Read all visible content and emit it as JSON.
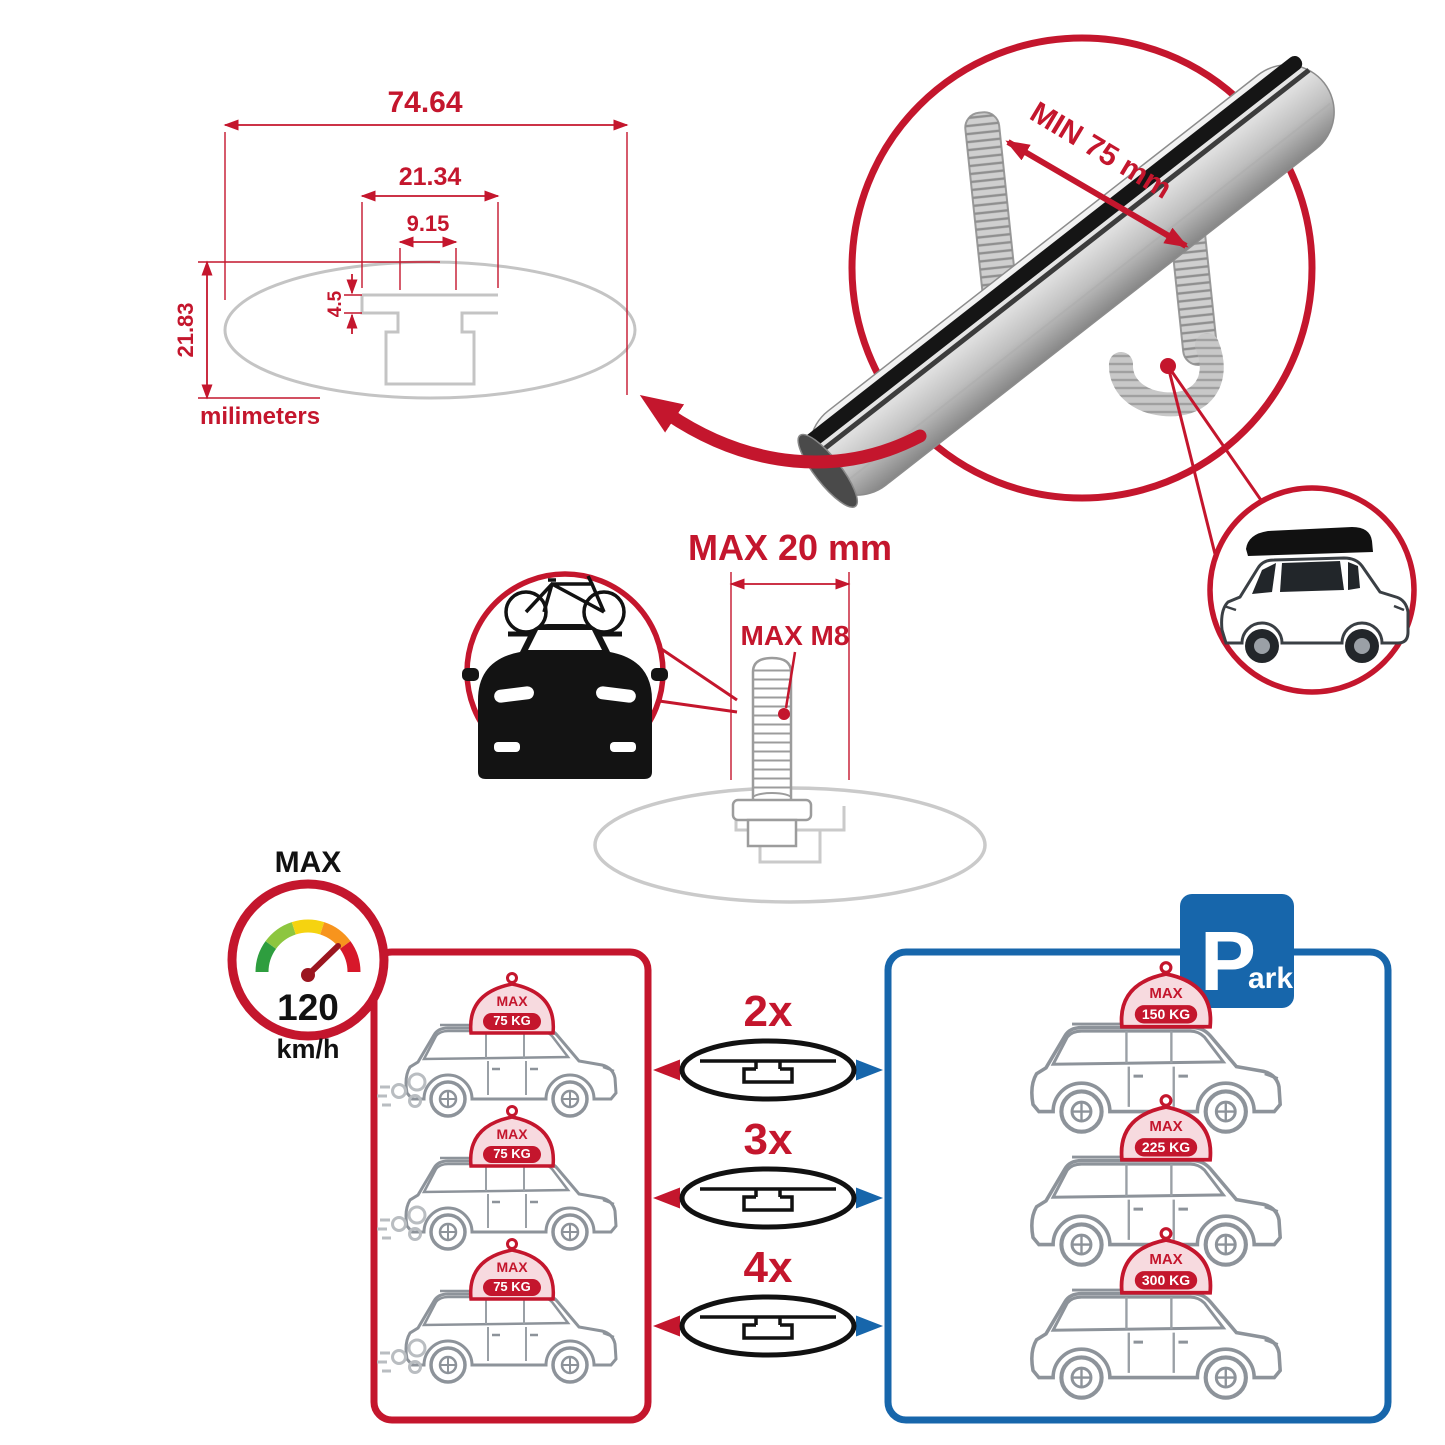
{
  "colors": {
    "red": "#c4162d",
    "blue": "#1766ab",
    "gray": "#c4c4c4",
    "dark": "#111111"
  },
  "cross_section": {
    "width": "74.64",
    "shoulder": "21.34",
    "slot": "9.15",
    "lip": "4.5",
    "height": "21.83",
    "units": "milimeters"
  },
  "bar_detail": {
    "clamp_min": "MIN 75 mm"
  },
  "bolt": {
    "max_width": "MAX 20 mm",
    "max_thread": "MAX M8"
  },
  "speed": {
    "label": "MAX",
    "value": "120",
    "units": "km/h"
  },
  "parking": {
    "letter": "P",
    "suffix": "ark"
  },
  "rows": [
    {
      "count": "2x",
      "left_car": {
        "label": "MAX",
        "weight": "75 KG"
      },
      "right_car": {
        "label": "MAX",
        "weight": "150 KG"
      }
    },
    {
      "count": "3x",
      "left_car": {
        "label": "MAX",
        "weight": "75 KG"
      },
      "right_car": {
        "label": "MAX",
        "weight": "225 KG"
      }
    },
    {
      "count": "4x",
      "left_car": {
        "label": "MAX",
        "weight": "75 KG"
      },
      "right_car": {
        "label": "MAX",
        "weight": "300 KG"
      }
    }
  ]
}
